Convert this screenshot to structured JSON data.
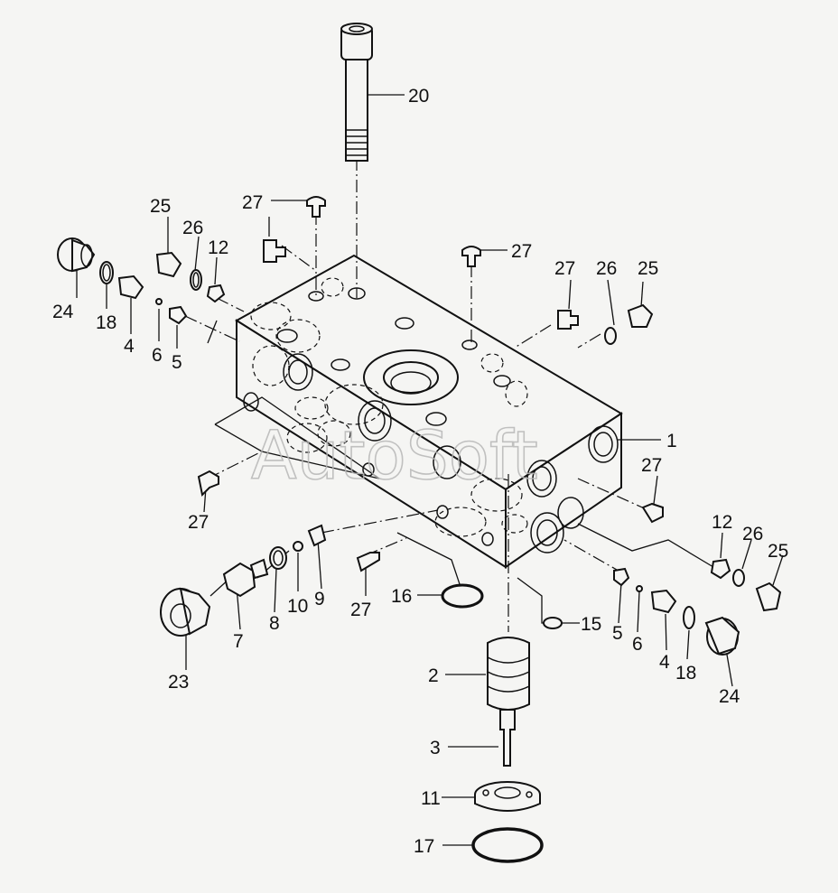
{
  "watermark": "AutoSoft",
  "callouts": [
    "20",
    "27",
    "25",
    "26",
    "12",
    "24",
    "18",
    "4",
    "6",
    "5",
    "27",
    "27",
    "26",
    "25",
    "1",
    "27",
    "27",
    "12",
    "26",
    "25",
    "7",
    "8",
    "10",
    "9",
    "27",
    "16",
    "15",
    "5",
    "6",
    "4",
    "18",
    "24",
    "23",
    "2",
    "3",
    "11",
    "17"
  ]
}
